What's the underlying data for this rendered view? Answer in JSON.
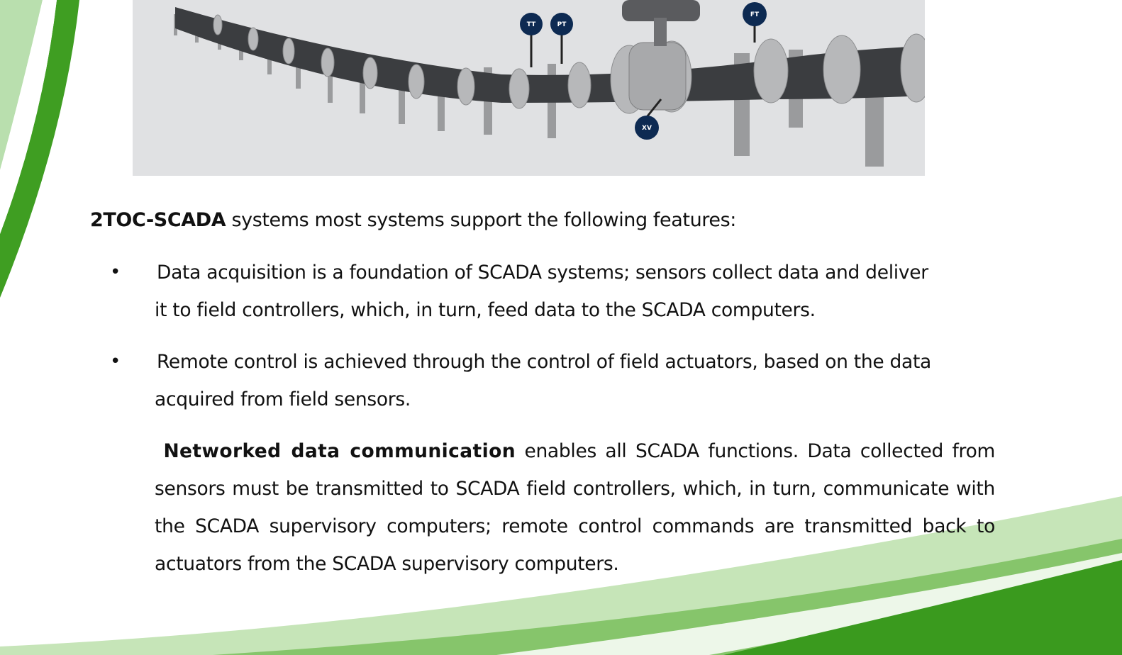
{
  "figure": {
    "instrument_tags": [
      "TT",
      "PT",
      "FT",
      "XV"
    ]
  },
  "intro": {
    "bold": "2TOC-SCADA",
    "rest": " systems most systems support the following features:"
  },
  "bullets": [
    {
      "symbol": "•",
      "line1": "Data acquisition is a foundation of SCADA systems; sensors collect data and deliver",
      "line2": "it to field controllers, which, in turn, feed data to the SCADA computers."
    },
    {
      "symbol": "•",
      "line1": "Remote control is achieved through the control of field actuators, based on the data",
      "line2": "acquired from field sensors."
    }
  ],
  "networked": {
    "bold": "Networked data communication",
    "rest": " enables all SCADA functions. Data collected from sensors must be transmitted to SCADA field controllers, which, in turn, communicate with the SCADA supervisory computers; remote control commands are transmitted back to actuators from the SCADA supervisory computers."
  },
  "colors": {
    "green_dark": "#3a9a1e",
    "green_light": "#9fd28a",
    "pipe": "#3b3d40"
  }
}
